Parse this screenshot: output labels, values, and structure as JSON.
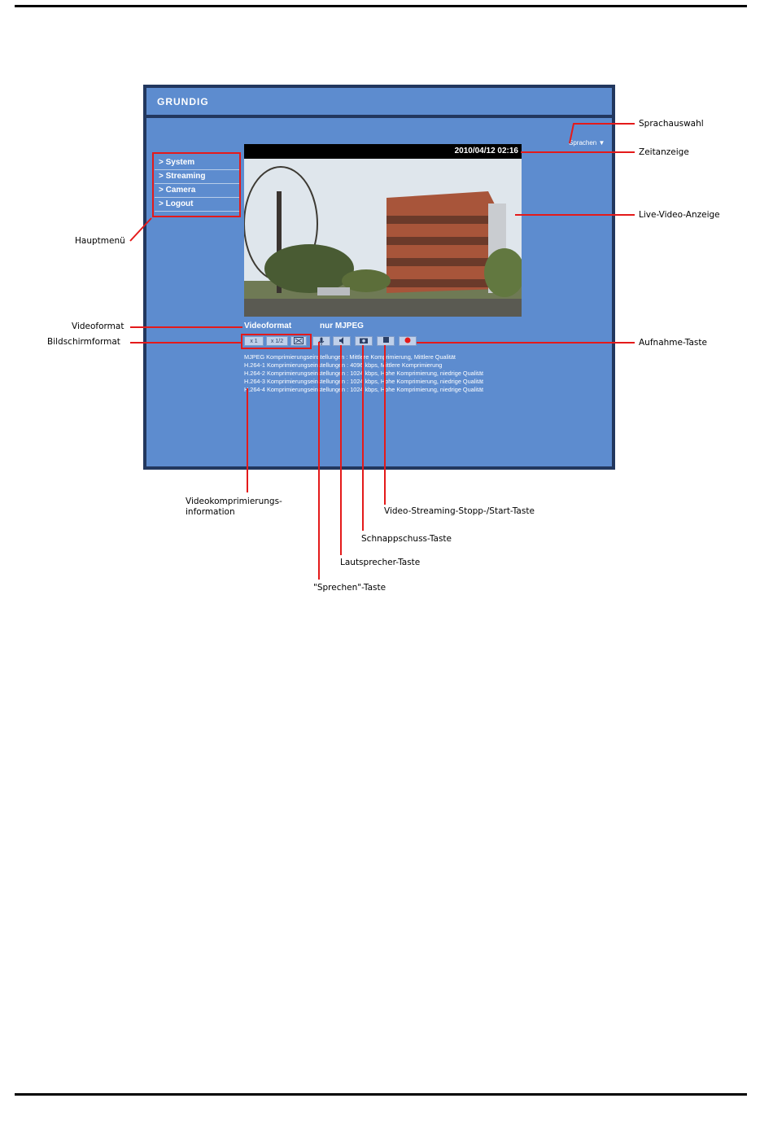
{
  "camera_ui": {
    "brand": "GRUNDIG",
    "language_selector": "Sprachen ▼",
    "menu": [
      {
        "label": "> System"
      },
      {
        "label": "> Streaming"
      },
      {
        "label": "> Camera"
      },
      {
        "label": "> Logout"
      }
    ],
    "timestamp": "2010/04/12 02:16",
    "video_format_label": "Videoformat",
    "video_format_value": "nur MJPEG",
    "size_buttons": [
      "x 1",
      "x 1/2"
    ],
    "info_lines": [
      "MJPEG Komprimierungseinstellungen : Mittlere Komprimierung, Mittlere Qualität",
      "H.264-1 Komprimierungseinstellungen : 4096 kbps, Mittlere Komprimierung",
      "H.264-2 Komprimierungseinstellungen : 1024 kbps, Hohe Komprimierung, niedrige Qualität",
      "H.264-3 Komprimierungseinstellungen : 1024 kbps, Hohe Komprimierung, niedrige Qualität",
      "H.264-4 Komprimierungseinstellungen : 1024 kbps, Hohe Komprimierung, niedrige Qualität"
    ]
  },
  "callouts": {
    "sprachauswahl": "Sprachauswahl",
    "zeitanzeige": "Zeitanzeige",
    "live_video": "Live-Video-Anzeige",
    "hauptmenue": "Hauptmenü",
    "videoformat": "Videoformat",
    "bildschirmformat": "Bildschirmformat",
    "aufnahme": "Aufnahme-Taste",
    "komprimierung_line1": "Videokomprimierungs-",
    "komprimierung_line2": "information",
    "streaming_stop": "Video-Streaming-Stopp-/Start-Taste",
    "schnappschuss": "Schnappschuss-Taste",
    "lautsprecher": "Lautsprecher-Taste",
    "sprechen": "\"Sprechen\"-Taste"
  },
  "colors": {
    "ui_frame": "#22375e",
    "ui_blue": "#5d8ccf",
    "highlight_red": "#e41a1a"
  }
}
